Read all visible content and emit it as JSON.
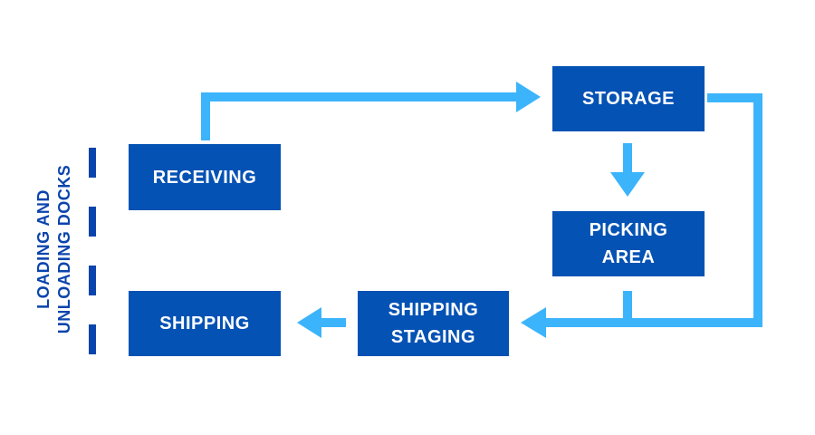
{
  "diagram": {
    "type": "warehouse-flow",
    "nodes": {
      "receiving": {
        "label": "RECEIVING"
      },
      "storage": {
        "label": "STORAGE"
      },
      "picking": {
        "label": "PICKING\nAREA"
      },
      "staging": {
        "label": "SHIPPING\nSTAGING"
      },
      "shipping": {
        "label": "SHIPPING"
      }
    },
    "edges": [
      {
        "from": "receiving",
        "to": "storage"
      },
      {
        "from": "storage",
        "to": "picking"
      },
      {
        "from": "storage",
        "to": "staging"
      },
      {
        "from": "picking",
        "to": "staging"
      },
      {
        "from": "staging",
        "to": "shipping"
      }
    ],
    "side_label": {
      "line1": "LOADING AND",
      "line2": "UNLOADING DOCKS"
    },
    "colors": {
      "node_fill": "#0452B4",
      "node_text": "#FFFFFF",
      "arrow": "#3CB4FB",
      "side_label_and_dashes": "#0B44AD",
      "background": "#FFFFFF"
    }
  }
}
